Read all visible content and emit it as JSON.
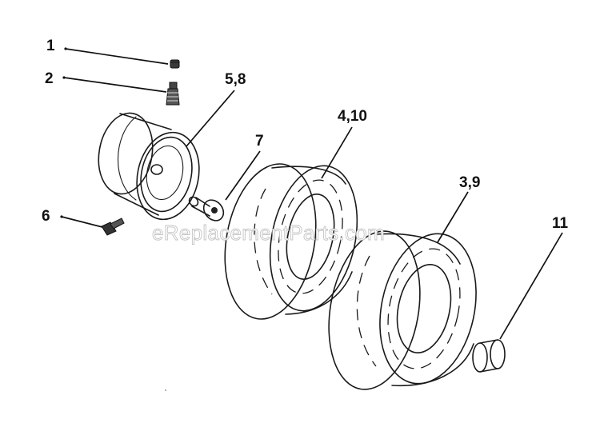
{
  "callouts": {
    "c1": "1",
    "c2": "2",
    "c5_8": "5,8",
    "c7": "7",
    "c4_10": "4,10",
    "c3_9": "3,9",
    "c6": "6",
    "c11": "11"
  },
  "watermark": "eReplacementParts.com"
}
